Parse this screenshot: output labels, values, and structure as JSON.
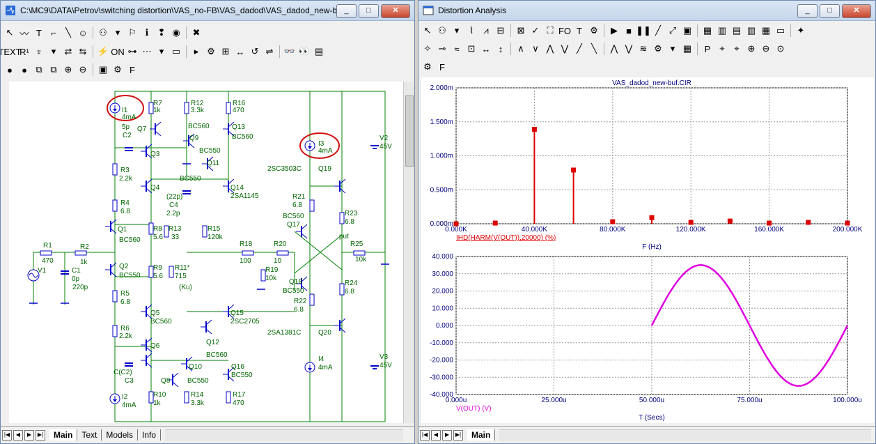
{
  "schematic_window": {
    "title": "C:\\MC9\\DATA\\Petrov\\switching distortion\\VAS_no-FB\\VAS_dadod\\VAS_dadod_new-b...",
    "win_buttons": [
      "_",
      "□",
      "✕"
    ],
    "tabs": [
      "Main",
      "Text",
      "Models",
      "Info"
    ],
    "active_tab": "Main",
    "toolbar1": [
      "↖",
      "〰",
      "T",
      "⌐",
      "╲",
      "☺",
      "⚇",
      "▾",
      "⚐",
      "ℹ",
      "❢",
      "◉",
      "✖"
    ],
    "toolbar2": [
      "TEXT",
      "R¹",
      "♆",
      "▾",
      "⇄",
      "⇆",
      "⚡",
      "ON",
      "⊶",
      "⋯",
      "▾",
      "▭",
      "▸",
      "⚙",
      "⊞",
      "↔",
      "↺",
      "⇌",
      "👓",
      "👀",
      "▤"
    ],
    "toolbar3": [
      "●",
      "●",
      "⧉",
      "⧉",
      "⊕",
      "⊖",
      "▣",
      "⚙",
      "F"
    ]
  },
  "schematic": {
    "labels": [
      {
        "t": "I1"
      },
      {
        "t": "4mA"
      },
      {
        "t": "R7"
      },
      {
        "t": "1k"
      },
      {
        "t": "R12"
      },
      {
        "t": "3.3k"
      },
      {
        "t": "R16"
      },
      {
        "t": "470"
      },
      {
        "t": "5p"
      },
      {
        "t": "C2"
      },
      {
        "t": "Q7"
      },
      {
        "t": "BC560"
      },
      {
        "t": "Q13"
      },
      {
        "t": "BC560"
      },
      {
        "t": "Q9"
      },
      {
        "t": "Q3"
      },
      {
        "t": "BC550"
      },
      {
        "t": "Q11"
      },
      {
        "t": "R3"
      },
      {
        "t": "2.2k"
      },
      {
        "t": "BC550"
      },
      {
        "t": "Q4"
      },
      {
        "t": "Q14"
      },
      {
        "t": "2SA1145"
      },
      {
        "t": "(22p)"
      },
      {
        "t": "C4"
      },
      {
        "t": "2.2p"
      },
      {
        "t": "R4"
      },
      {
        "t": "6.8"
      },
      {
        "t": "Q1"
      },
      {
        "t": "BC560"
      },
      {
        "t": "R8"
      },
      {
        "t": "5.6"
      },
      {
        "t": "R13"
      },
      {
        "t": "33"
      },
      {
        "t": "R15"
      },
      {
        "t": "120k"
      },
      {
        "t": "R1"
      },
      {
        "t": "470"
      },
      {
        "t": "R2"
      },
      {
        "t": "1k"
      },
      {
        "t": "V1"
      },
      {
        "t": "C1"
      },
      {
        "t": "0p"
      },
      {
        "t": "220p"
      },
      {
        "t": "Q2"
      },
      {
        "t": "BC550"
      },
      {
        "t": "R9"
      },
      {
        "t": "5.6"
      },
      {
        "t": "R11*"
      },
      {
        "t": "715"
      },
      {
        "t": "(Ku)"
      },
      {
        "t": "R18"
      },
      {
        "t": "100"
      },
      {
        "t": "R20"
      },
      {
        "t": "10"
      },
      {
        "t": "R19"
      },
      {
        "t": "10k"
      },
      {
        "t": "R5"
      },
      {
        "t": "6.8"
      },
      {
        "t": "Q5"
      },
      {
        "t": "BC560"
      },
      {
        "t": "Q15"
      },
      {
        "t": "2SC2705"
      },
      {
        "t": "R6"
      },
      {
        "t": "2.2k"
      },
      {
        "t": "Q6"
      },
      {
        "t": "Q12"
      },
      {
        "t": "BC560"
      },
      {
        "t": "C(C2)"
      },
      {
        "t": "C3"
      },
      {
        "t": "Q8"
      },
      {
        "t": "Q10"
      },
      {
        "t": "BC550"
      },
      {
        "t": "Q16"
      },
      {
        "t": "BC550"
      },
      {
        "t": "I2"
      },
      {
        "t": "4mA"
      },
      {
        "t": "R10"
      },
      {
        "t": "1k"
      },
      {
        "t": "R14"
      },
      {
        "t": "3.3k"
      },
      {
        "t": "R17"
      },
      {
        "t": "470"
      },
      {
        "t": "I3"
      },
      {
        "t": "4mA"
      },
      {
        "t": "V2"
      },
      {
        "t": "45V"
      },
      {
        "t": "2SC3503C"
      },
      {
        "t": "Q19"
      },
      {
        "t": "R21"
      },
      {
        "t": "6.8"
      },
      {
        "t": "BC560"
      },
      {
        "t": "Q17"
      },
      {
        "t": "R23"
      },
      {
        "t": "6.8"
      },
      {
        "t": "put"
      },
      {
        "t": "R25"
      },
      {
        "t": "10k"
      },
      {
        "t": "Q18"
      },
      {
        "t": "BC550"
      },
      {
        "t": "R22"
      },
      {
        "t": "6.8"
      },
      {
        "t": "R24"
      },
      {
        "t": "6.8"
      },
      {
        "t": "2SA1381C"
      },
      {
        "t": "Q20"
      },
      {
        "t": "I4"
      },
      {
        "t": "4mA"
      },
      {
        "t": "V3"
      },
      {
        "t": "45V"
      }
    ],
    "highlight_color": "#d01010",
    "label_color": "#006600",
    "wire_color": "#008000",
    "part_color": "#0000cc"
  },
  "analysis_window": {
    "title": "Distortion Analysis",
    "win_buttons": [
      "_",
      "□",
      "✕"
    ],
    "tabs": [
      "Main"
    ],
    "active_tab": "Main",
    "toolbar1": [
      "↖",
      "⚇",
      "▾",
      "⌇",
      "⩘",
      "⊟",
      "⊠",
      "✓",
      "⛶",
      "FO",
      "T",
      "⚙",
      "▶",
      "■",
      "❚❚",
      "╱",
      "⤢",
      "▣",
      "▦",
      "▥",
      "▤",
      "▥",
      "▦",
      "▭",
      "✦"
    ],
    "toolbar2": [
      "✧",
      "⊸",
      "≈",
      "⊡",
      "↔",
      "↕",
      "∧",
      "∨",
      "⋀",
      "⋁",
      "╱",
      "╲",
      "⋀",
      "⋁",
      "≋",
      "⚙",
      "▾",
      "▦",
      "P",
      "⌖",
      "⌖",
      "⊕",
      "⊖",
      "⊙"
    ],
    "toolbar3": [
      "⚙",
      "F"
    ]
  },
  "chart_data": [
    {
      "type": "bar",
      "title": "VAS_dadod_new-buf.CIR",
      "xlabel": "F (Hz)",
      "ylabel": "",
      "expression": "IHD(HARM(V(OUT)),20000) (%)",
      "xlim": [
        0,
        200000
      ],
      "ylim": [
        0,
        0.002
      ],
      "x_ticks": [
        "0.000K",
        "40.000K",
        "80.000K",
        "120.000K",
        "160.000K",
        "200.000K"
      ],
      "y_ticks": [
        "0.000m",
        "0.500m",
        "1.000m",
        "1.500m",
        "2.000m"
      ],
      "x": [
        0,
        20000,
        40000,
        60000,
        80000,
        100000,
        120000,
        140000,
        160000,
        180000,
        200000
      ],
      "values": [
        0,
        1e-05,
        0.00139,
        0.00079,
        3e-05,
        9e-05,
        2e-05,
        4e-05,
        1e-05,
        2e-05,
        1e-05
      ],
      "color": "#dd0000",
      "grid": true
    },
    {
      "type": "line",
      "xlabel": "T (Secs)",
      "ylabel": "",
      "expression": "V(OUT) (V)",
      "xlim": [
        0,
        0.0001
      ],
      "ylim": [
        -40,
        40
      ],
      "x_ticks": [
        "0.000u",
        "25.000u",
        "50.000u",
        "75.000u",
        "100.000u"
      ],
      "y_ticks": [
        "40.000",
        "30.000",
        "20.000",
        "10.000",
        "0.000",
        "-10.000",
        "-20.000",
        "-30.000",
        "-40.000"
      ],
      "amplitude": 35,
      "frequency_hz": 20000,
      "t_start": 5e-05,
      "t_end": 0.0001,
      "color": "#e000e0",
      "grid": true
    }
  ]
}
